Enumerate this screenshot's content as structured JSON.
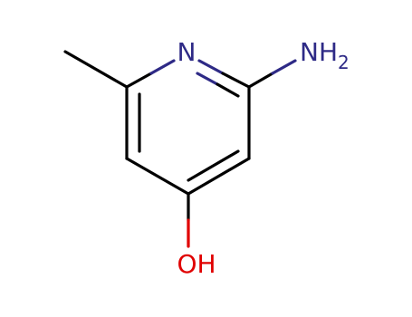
{
  "colors": {
    "carbon_bond": "#000000",
    "nitrogen": "#2E2A86",
    "oxygen": "#E00000",
    "background": "#FFFFFF"
  },
  "atoms": {
    "ring_nitrogen": {
      "element": "N",
      "label": "N"
    },
    "amino_group": {
      "element": "N",
      "label": "NH",
      "subscript": "2"
    },
    "hydroxyl_group": {
      "element": "O",
      "label": "OH"
    }
  }
}
